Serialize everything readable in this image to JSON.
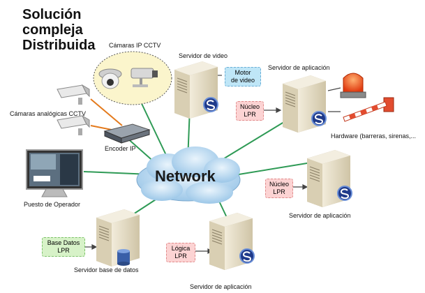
{
  "title": "Solución\ncompleja\nDistribuida",
  "network_label": "Network",
  "labels": {
    "ip_cameras": "Cámaras IP CCTV",
    "analog_cameras": "Cámaras analógicas CCTV",
    "encoder": "Encoder IP",
    "operator": "Puesto de Operador",
    "video_server": "Servidor de video",
    "app_server_top": "Servidor de aplicación",
    "hardware": "Hardware (barreras, sirenas,...",
    "app_server_right": "Servidor de aplicación",
    "db_server": "Servidor base de datos",
    "app_server_bottom": "Servidor de aplicación"
  },
  "boxes": {
    "video_engine": {
      "line1": "Motor",
      "line2": "de video",
      "color": "#bfe6f7"
    },
    "lpr_core_top": {
      "line1": "Núcleo",
      "line2": "LPR",
      "color": "#fcd3d3"
    },
    "lpr_core_right": {
      "line1": "Núcleo",
      "line2": "LPR",
      "color": "#fcd3d3"
    },
    "lpr_logic": {
      "line1": "Lógica",
      "line2": "LPR",
      "color": "#fcd3d3"
    },
    "lpr_db": {
      "line1": "Base Datos",
      "line2": "LPR",
      "color": "#d7f2c8"
    }
  },
  "colors": {
    "network_line": "#2e9a55",
    "analog_line": "#e47a1c",
    "cloud": "#bcd9f0",
    "server_body": "#e7dfc9",
    "logo": "#1f3a8a"
  }
}
